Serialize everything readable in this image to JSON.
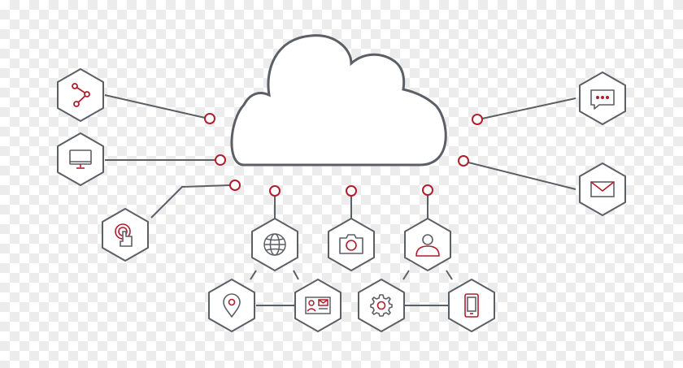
{
  "colors": {
    "stroke": "#5b5f66",
    "accent": "#b01e2e",
    "node_fill": "#ffffff"
  },
  "cloud": {
    "name": "cloud-icon"
  },
  "nodes": [
    {
      "id": "share",
      "icon": "share-icon"
    },
    {
      "id": "monitor",
      "icon": "monitor-icon"
    },
    {
      "id": "touch",
      "icon": "touch-icon"
    },
    {
      "id": "chat",
      "icon": "chat-bubble-icon"
    },
    {
      "id": "mail",
      "icon": "envelope-icon"
    },
    {
      "id": "globe",
      "icon": "globe-icon"
    },
    {
      "id": "camera",
      "icon": "camera-icon"
    },
    {
      "id": "user",
      "icon": "user-icon"
    },
    {
      "id": "location",
      "icon": "location-pin-icon"
    },
    {
      "id": "contact",
      "icon": "contact-card-icon"
    },
    {
      "id": "settings",
      "icon": "gear-icon"
    },
    {
      "id": "mobile",
      "icon": "smartphone-icon"
    }
  ]
}
